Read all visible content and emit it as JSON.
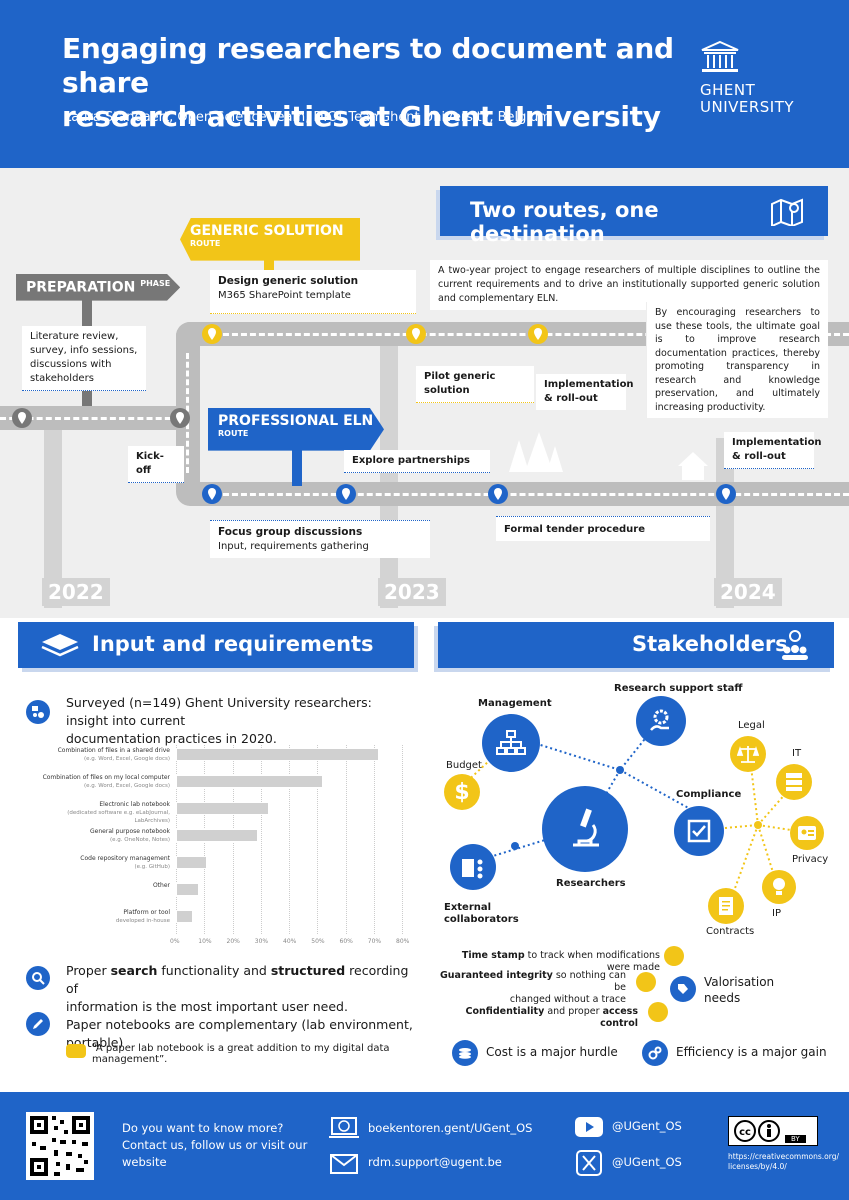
{
  "header": {
    "title_line1": "Engaging researchers to document and share",
    "title_line2": "research activities at Ghent University",
    "authors": "Laura Standaert, Open Science Team, DICT Team",
    "affiliation": "Ghent University, Belgium",
    "logo_line1": "GHENT",
    "logo_line2": "UNIVERSITY"
  },
  "timeline": {
    "banner": "Two routes, one destination",
    "intro": "A two-year project to engage researchers of multiple disciplines to outline the current requirements and to drive an institutionally supported generic solution and complementary ELN.",
    "goal": "By encouraging researchers to use these tools, the ultimate goal is to improve research documentation practices, thereby promoting transparency in research and knowledge preservation, and ultimately increasing productivity.",
    "preparation_sign": "PREPARATION",
    "preparation_sup": "PHASE",
    "generic_sign": "GENERIC SOLUTION",
    "generic_sup": "ROUTE",
    "eln_sign": "PROFESSIONAL ELN",
    "eln_sup": "ROUTE",
    "prep_text": "Literature review, survey, info sessions, discussions with stakeholders",
    "kickoff": "Kick-off",
    "design_title": "Design generic solution",
    "design_sub": "M365 SharePoint template",
    "pilot": "Pilot generic solution",
    "impl1_a": "Implementation",
    "impl1_b": "& roll-out",
    "explore": "Explore partnerships",
    "focus_title": "Focus group discussions",
    "focus_sub": "Input, requirements gathering",
    "tender": "Formal tender procedure",
    "impl2_a": "Implementation",
    "impl2_b": "& roll-out",
    "year1": "2022",
    "year2": "2023",
    "year3": "2024"
  },
  "input": {
    "heading": "Input and requirements",
    "survey_text_1": "Surveyed (n=149) Ghent University researchers: insight into current",
    "survey_text_2": "documentation practices in 2020.",
    "search_pre": "Proper ",
    "search_b1": "search",
    "search_mid": " functionality and ",
    "search_b2": "structured",
    "search_post": " recording of",
    "search_line2": "information is the most important user need.",
    "paper": "Paper notebooks are complementary (lab environment, portable)",
    "quote": "“A paper lab notebook is a great addition to my digital data management”."
  },
  "chart_data": {
    "type": "bar",
    "orientation": "horizontal",
    "categories": [
      "Combination of files in a shared drive",
      "Combination of files on my local computer",
      "Electronic lab notebook",
      "General purpose notebook",
      "Code repository management",
      "Other",
      "Platform or tool"
    ],
    "category_notes": [
      "(e.g. Word, Excel, Google docs)",
      "(e.g. Word, Excel, Google docs)",
      "(dedicated software e.g. eLabJournal, LabArchives)",
      "(e.g. OneNote, Notes)",
      "(e.g. GitHub)",
      "",
      "developed in-house"
    ],
    "values": [
      72,
      52,
      33,
      29,
      11,
      8,
      6
    ],
    "xticks": [
      "0%",
      "10%",
      "20%",
      "30%",
      "40%",
      "50%",
      "60%",
      "70%",
      "80%"
    ],
    "xlim": [
      0,
      80
    ],
    "grid": true
  },
  "stakeholders": {
    "heading": "Stakeholders",
    "management": "Management",
    "support": "Research support staff",
    "budget": "Budget",
    "compliance": "Compliance",
    "researchers": "Researchers",
    "external_1": "External",
    "external_2": "collaborators",
    "legal": "Legal",
    "it": "IT",
    "privacy": "Privacy",
    "ip": "IP",
    "contracts": "Contracts",
    "ts_b": "Time stamp",
    "ts_rest": " to track when modifications were made",
    "gi_b": "Guaranteed integrity",
    "gi_rest": " so nothing can be",
    "gi_line2": "changed without a trace",
    "conf_b": "Confidentiality",
    "conf_mid": " and proper ",
    "conf_b2": "access control",
    "valor_1": "Valorisation",
    "valor_2": "needs",
    "cost": "Cost is a major hurdle",
    "efficiency": "Efficiency is a major gain"
  },
  "footer": {
    "cta_1": "Do you want to know more?",
    "cta_2": "Contact us, follow us or visit our",
    "cta_3": "website",
    "web": "boekentoren.gent/UGent_OS",
    "email": "rdm.support@ugent.be",
    "youtube": "@UGent_OS",
    "x": "@UGent_OS",
    "license_label": "BY",
    "license_url_1": "https://creativecommons.org/",
    "license_url_2": "licenses/by/4.0/"
  },
  "colors": {
    "blue": "#1f64c8",
    "yellow": "#f2c518",
    "grey_road": "#bdbdbd"
  }
}
